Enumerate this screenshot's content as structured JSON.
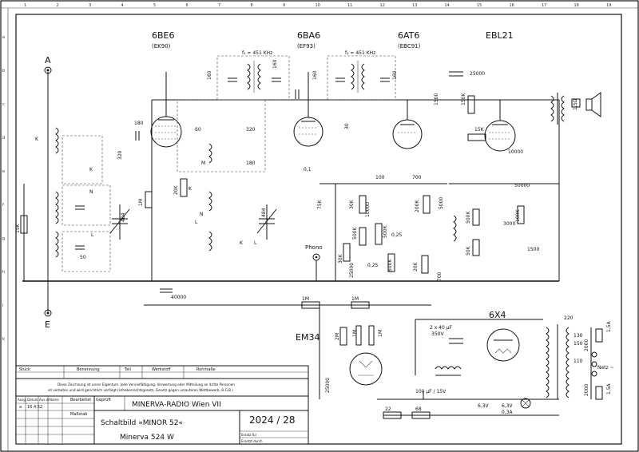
{
  "tubes": [
    {
      "type": "6BE6",
      "alt": "(EK90)"
    },
    {
      "type": "6BA6",
      "alt": "(EF93)"
    },
    {
      "type": "6AT6",
      "alt": "(EBC91)"
    },
    {
      "type": "EBL21",
      "alt": ""
    },
    {
      "type": "EM34",
      "alt": ""
    },
    {
      "type": "6X4",
      "alt": ""
    }
  ],
  "if_labels": [
    "f₂ = 451 KHz",
    "f₂ = 451 KHz"
  ],
  "terminals": {
    "antenna": "A",
    "earth": "E",
    "phono": "Phono",
    "mains": "Netz ~"
  },
  "components": [
    "160",
    "160",
    "160",
    "160",
    "180",
    "60",
    "320",
    "320",
    "180",
    "484",
    "484",
    "1M",
    "20K",
    "15K",
    "50",
    "K",
    "K",
    "N",
    "L",
    "M",
    "K",
    "N",
    "L",
    "K",
    "L",
    "0,1",
    "75K",
    "30",
    "100",
    "700",
    "30K",
    "10000",
    "500K",
    "500K",
    "500K",
    "30K",
    "25000",
    "0,25",
    "0,25",
    "200K",
    "20K",
    "5000",
    "700",
    "25000",
    "150K",
    "1500",
    "15K",
    "10000",
    "50000",
    "3000",
    "100K",
    "500K",
    "50K",
    "1500",
    "1,5Ω",
    "40000",
    "1M",
    "1M",
    "2M",
    "1M",
    "1M",
    "25000",
    "2 x 40 µF",
    "350V",
    "100 µF / 15V",
    "22",
    "68",
    "6,3V",
    "6,3V",
    "0,3A",
    "220",
    "130",
    "150",
    "110",
    "2000",
    "2000",
    "1,5A",
    "1,5A"
  ],
  "grid_columns": [
    "1",
    "2",
    "3",
    "4",
    "5",
    "6",
    "7",
    "8",
    "9",
    "10",
    "11",
    "12",
    "13",
    "14",
    "15",
    "16",
    "17",
    "18",
    "19"
  ],
  "grid_rows": [
    "a",
    "b",
    "c",
    "d",
    "e",
    "f",
    "g",
    "h",
    "i",
    "k"
  ],
  "title_block": {
    "col_headers": [
      "Stück",
      "Benennung",
      "Teil",
      "Werkstoff",
      "Rohmaße"
    ],
    "notice_1": "Diese Zeichnung ist unser Eigentum. Jede Vervielfältigung, Verwertung oder Mitteilung an dritte Personen",
    "notice_2": "ist verboten und wird gerichtlich verfolgt (Urheberrechtsgesetz, Gesetz gegen unlauteren Wettbewerb, B.G.B.)",
    "rev_headers": [
      "Ausg.",
      "Datum",
      "Aus.dr.",
      "Name"
    ],
    "rev_row": [
      "a",
      "16.4.52"
    ],
    "role_1": "Bearbeitet",
    "role_2": "Geprüft",
    "scale_label": "Maßstab",
    "company": "MINERVA-RADIO Wien VII",
    "doc_line_1": "Schaltbild  »MINOR 52«",
    "doc_line_2": "Minerva   524 W",
    "number": "2024 / 28",
    "replaced_for": "Ersatz für",
    "replaced_by": "Ersetzt durch"
  }
}
